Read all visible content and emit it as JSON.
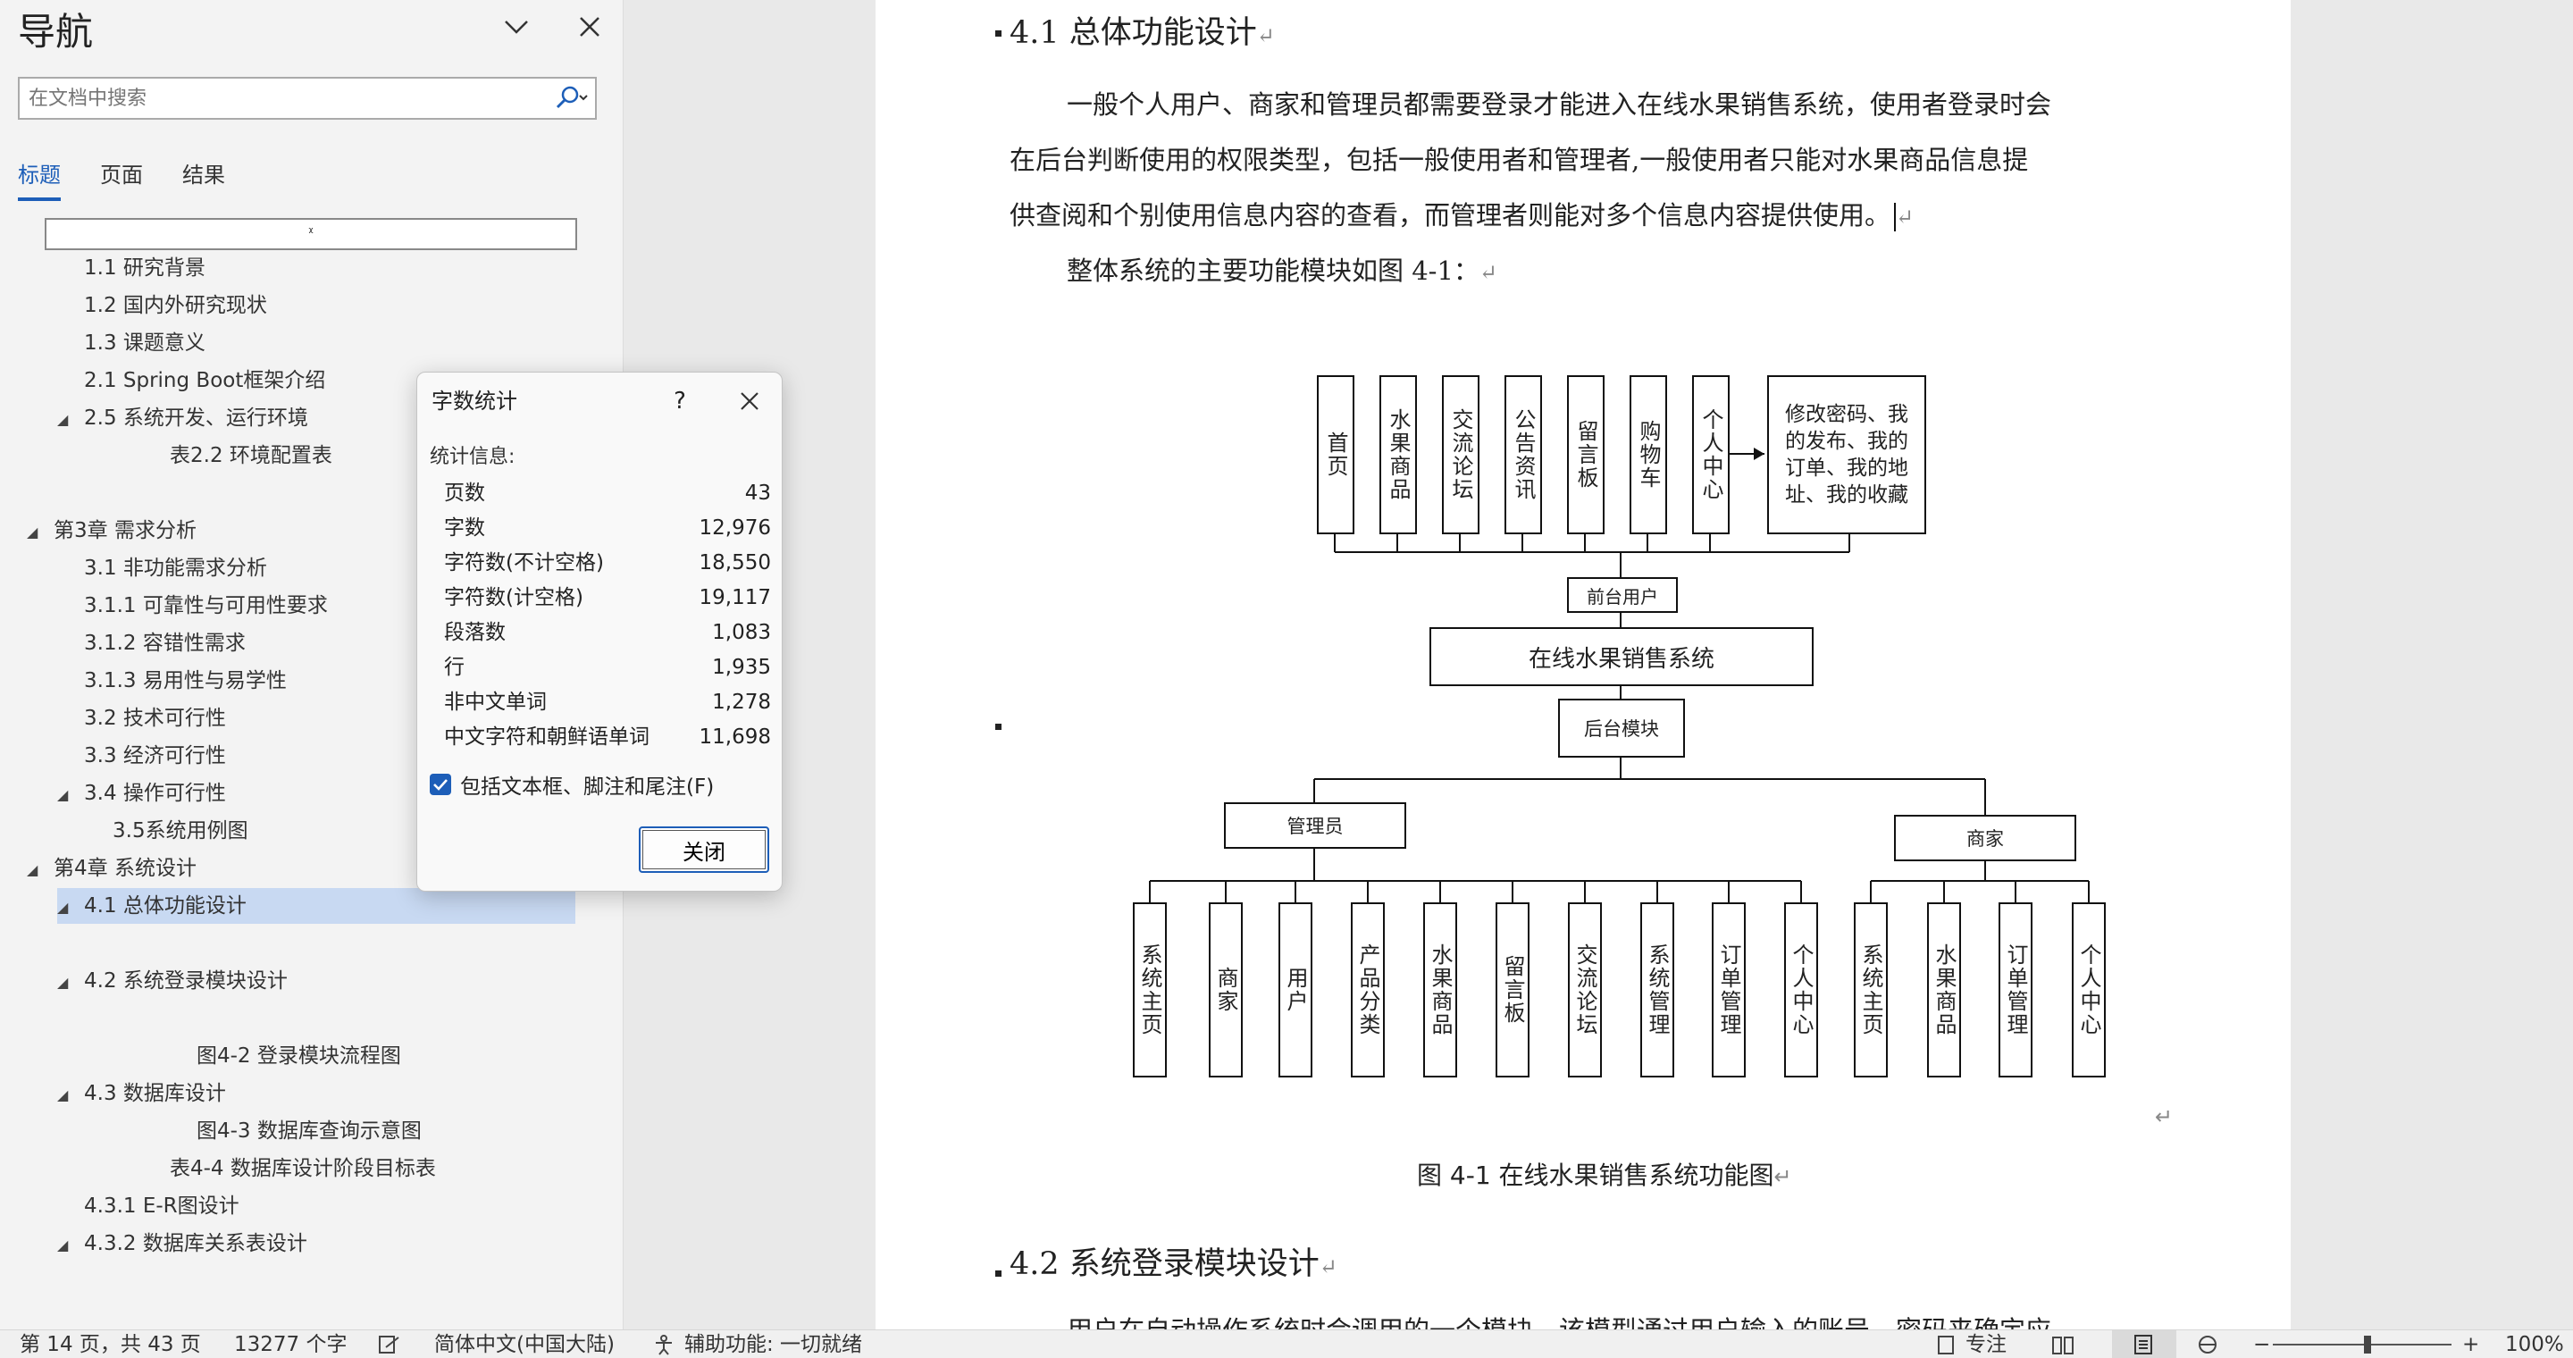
{
  "nav": {
    "title": "导航",
    "search_placeholder": "在文档中搜索",
    "tabs": [
      "标题",
      "页面",
      "结果"
    ],
    "top_marker": "ᵡ",
    "items": [
      {
        "label": "1.1 研究背景"
      },
      {
        "label": "1.2 国内外研究现状"
      },
      {
        "label": "1.3 课题意义"
      },
      {
        "label": "2.1 Spring Boot框架介绍"
      },
      {
        "label": "2.5 系统开发、运行环境"
      },
      {
        "label": "表2.2 环境配置表"
      },
      {
        "label": "第3章 需求分析"
      },
      {
        "label": "3.1 非功能需求分析"
      },
      {
        "label": "3.1.1 可靠性与可用性要求"
      },
      {
        "label": "3.1.2 容错性需求"
      },
      {
        "label": "3.1.3 易用性与易学性"
      },
      {
        "label": "3.2 技术可行性"
      },
      {
        "label": "3.3 经济可行性"
      },
      {
        "label": "3.4 操作可行性"
      },
      {
        "label": "3.5系统用例图"
      },
      {
        "label": "第4章 系统设计"
      },
      {
        "label": "4.1 总体功能设计"
      },
      {
        "label": "4.2 系统登录模块设计"
      },
      {
        "label": "图4-2 登录模块流程图"
      },
      {
        "label": "4.3 数据库设计"
      },
      {
        "label": "图4-3 数据库查询示意图"
      },
      {
        "label": "表4-4 数据库设计阶段目标表"
      },
      {
        "label": "4.3.1 E-R图设计"
      },
      {
        "label": "4.3.2  数据库关系表设计"
      }
    ]
  },
  "dialog": {
    "title": "字数统计",
    "help": "?",
    "section": "统计信息:",
    "stats": [
      {
        "label": "页数",
        "value": "43"
      },
      {
        "label": "字数",
        "value": "12,976"
      },
      {
        "label": "字符数(不计空格)",
        "value": "18,550"
      },
      {
        "label": "字符数(计空格)",
        "value": "19,117"
      },
      {
        "label": "段落数",
        "value": "1,083"
      },
      {
        "label": "行",
        "value": "1,935"
      },
      {
        "label": "非中文单词",
        "value": "1,278"
      },
      {
        "label": "中文字符和朝鲜语单词",
        "value": "11,698"
      }
    ],
    "checkbox_label": "包括文本框、脚注和尾注(F)",
    "close_label": "关闭"
  },
  "document": {
    "heading_41": "4.1   总体功能设计",
    "para_1a": "一般个人用户、商家和管理员都需要登录才能进入在线水果销售系统，使用者登录时会",
    "para_1b": "在后台判断使用的权限类型，包括一般使用者和管理者,一般使用者只能对水果商品信息提",
    "para_1c": "供查阅和个别使用信息内容的查看，而管理者则能对多个信息内容提供使用。",
    "para_2": "整体系统的主要功能模块如图 4-1：",
    "para_mark": "↵",
    "heading_42": "4.2   系统登录模块设计",
    "para_3": "用户在自动操作系统时会调用的一个模块，该模型通过用户输入的账号、密码来确定应",
    "diagram": {
      "front_modules": [
        "首页",
        "水果商品",
        "交流论坛",
        "公告资讯",
        "留言板",
        "购物车",
        "个人中心"
      ],
      "personal_detail": "修改密码、我的发布、我的订单、我的地址、我的收藏",
      "front_user": "前台用户",
      "system_name": "在线水果销售系统",
      "backend": "后台模块",
      "admin": "管理员",
      "merchant": "商家",
      "admin_modules": [
        "系统主页",
        "商家",
        "用户",
        "产品分类",
        "水果商品",
        "留言板",
        "交流论坛",
        "系统管理",
        "订单管理",
        "个人中心"
      ],
      "merchant_modules": [
        "系统主页",
        "水果商品",
        "订单管理",
        "个人中心"
      ]
    },
    "figure_caption": "图 4-1    在线水果销售系统功能图"
  },
  "status": {
    "page": "第 14 页，共 43 页",
    "words": "13277 个字",
    "language": "简体中文(中国大陆)",
    "accessibility": "辅助功能: 一切就绪",
    "focus": "专注",
    "zoom_minus": "−",
    "zoom_plus": "+",
    "zoom": "100%"
  }
}
